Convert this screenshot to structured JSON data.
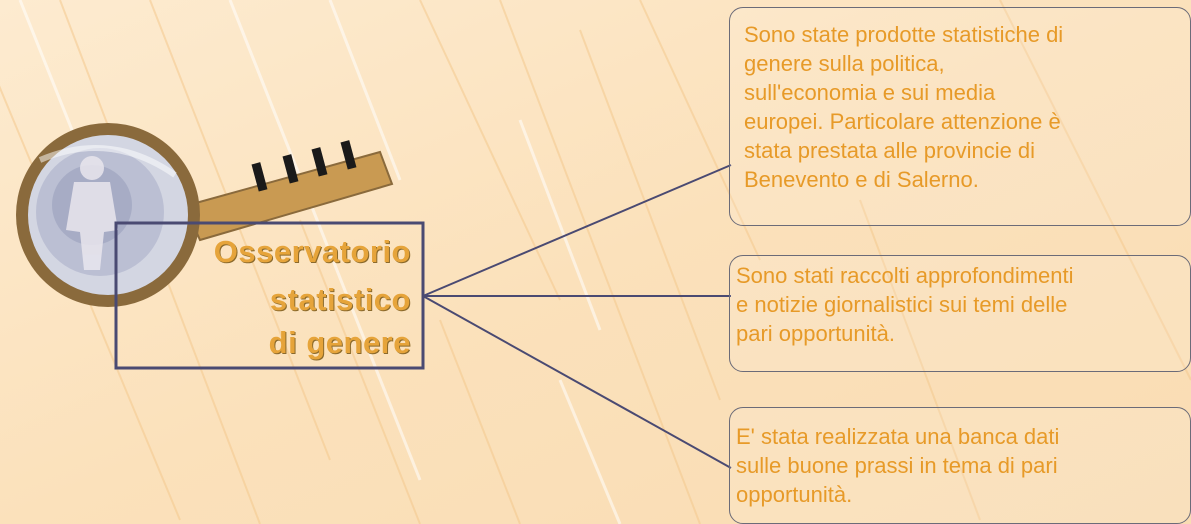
{
  "title": {
    "line1": "Osservatorio",
    "line2": "statistico",
    "line3": "di genere"
  },
  "notes": [
    {
      "lines": [
        "Sono state prodotte statistiche di",
        "genere sulla politica,",
        "sull'economia e sui media",
        "europei.  Particolare attenzione è",
        "stata prestata alle provincie di",
        "Benevento e di Salerno."
      ]
    },
    {
      "lines": [
        "Sono stati raccolti approfondimenti",
        "e notizie giornalistici sui temi delle",
        "pari opportunità."
      ]
    },
    {
      "lines": [
        "E' stata realizzata una banca dati",
        "sulle buone prassi in tema di pari",
        "opportunità."
      ]
    }
  ],
  "colors": {
    "background": "#fbe3bf",
    "stroke": "#4a4a72",
    "text": "#e79a28",
    "title": "#e6a43a",
    "magnifier_rim": "#8a6a3c"
  },
  "icons": {
    "magnifier": "magnifier-icon",
    "person": "person-silhouette-icon"
  }
}
